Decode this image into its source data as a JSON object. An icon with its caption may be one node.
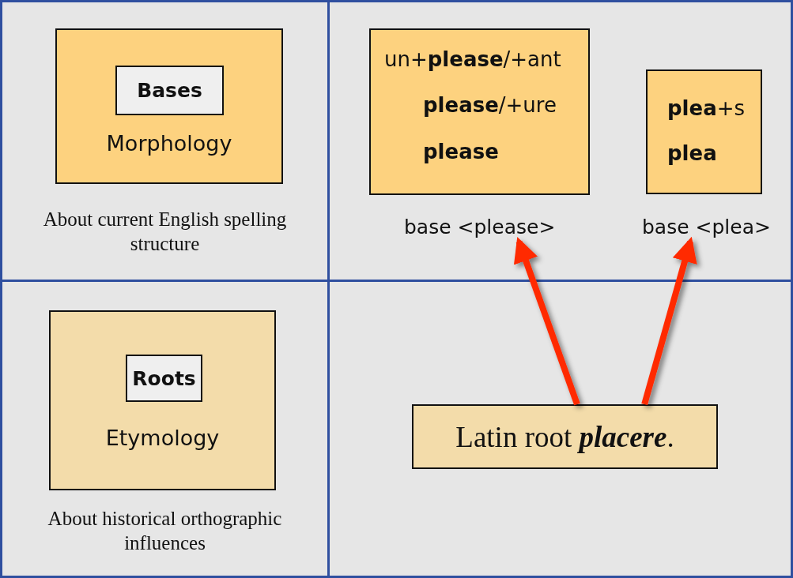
{
  "diagram": {
    "nodes": [
      {
        "text": [
          "About current English spelling structure"
        ]
      },
      {
        "text": [
          "Morphology"
        ],
        "in": 0
      },
      {
        "text": [
          "Bases"
        ],
        "in": 1
      },
      {
        "text": [],
        "shape": "box"
      },
      {
        "text": [
          "un+**please**/+ant",
          "**please**/+ure",
          "**please**"
        ],
        "in": 3
      },
      {
        "text": [
          "**plea**+s",
          "**plea**"
        ],
        "in": 3
      },
      {
        "text": [
          "base <please>"
        ],
        "in": 3
      },
      {
        "text": [
          "base <plea>"
        ],
        "in": 3
      },
      {
        "text": [
          "About historical orthographic influences"
        ]
      },
      {
        "text": [
          "Etymology"
        ],
        "in": 8
      },
      {
        "text": [
          "Roots"
        ],
        "in": 9
      },
      {
        "text": [],
        "shape": "box"
      },
      {
        "text": [
          "Latin root *placere*."
        ],
        "in": 11
      }
    ],
    "edges": [
      {
        "from": 12,
        "to": 6,
        "arrow": "to"
      },
      {
        "from": 12,
        "to": 7,
        "arrow": "to"
      }
    ]
  }
}
